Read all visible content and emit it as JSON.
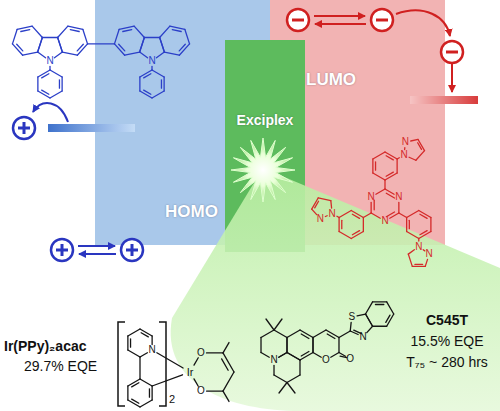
{
  "diagram": {
    "nodes": [
      {
        "text": [
          "HOMO"
        ]
      },
      {
        "text": [
          "Exciplex"
        ]
      },
      {
        "text": [
          "LUMO"
        ]
      }
    ],
    "labels": [
      "N",
      "N",
      "N",
      "N",
      "N",
      "N",
      "N",
      "N",
      "N",
      "N",
      "N",
      "Ir(PPy)₂acac",
      "29.7% EQE",
      "N",
      "Ir",
      "O",
      "O",
      "2",
      "N",
      "O",
      "O",
      "S",
      "N",
      "C545T",
      "15.5% EQE",
      "T₇₅ ~ 280 hrs"
    ]
  }
}
